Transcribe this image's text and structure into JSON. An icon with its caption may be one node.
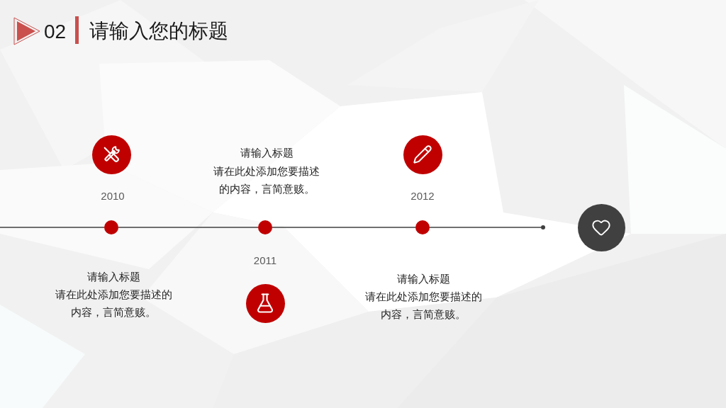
{
  "diagram": {
    "title": "请输入您的标题",
    "nodes": [
      {
        "text": [],
        "shape": "circle",
        "beside": [
          "2010",
          "请输入标题",
          "请在此处添加您要描述的内容，言简意赅。"
        ]
      },
      {
        "text": [],
        "shape": "circle",
        "beside": [
          "请输入标题",
          "请在此处添加您要描述的内容，言简意赅。",
          "2011"
        ]
      },
      {
        "text": [],
        "shape": "circle",
        "beside": [
          "2012",
          "请输入标题",
          "请在此处添加您要描述的内容，言简意赅。"
        ]
      },
      {
        "text": [],
        "shape": "circle"
      }
    ],
    "edges": [
      {
        "from": null,
        "to": 0,
        "arrow": "none"
      },
      {
        "from": 0,
        "to": 1,
        "arrow": "none"
      },
      {
        "from": 1,
        "to": 2,
        "arrow": "none"
      },
      {
        "from": 2,
        "to": 3,
        "arrow": "none"
      }
    ],
    "labels": [
      "02"
    ]
  }
}
